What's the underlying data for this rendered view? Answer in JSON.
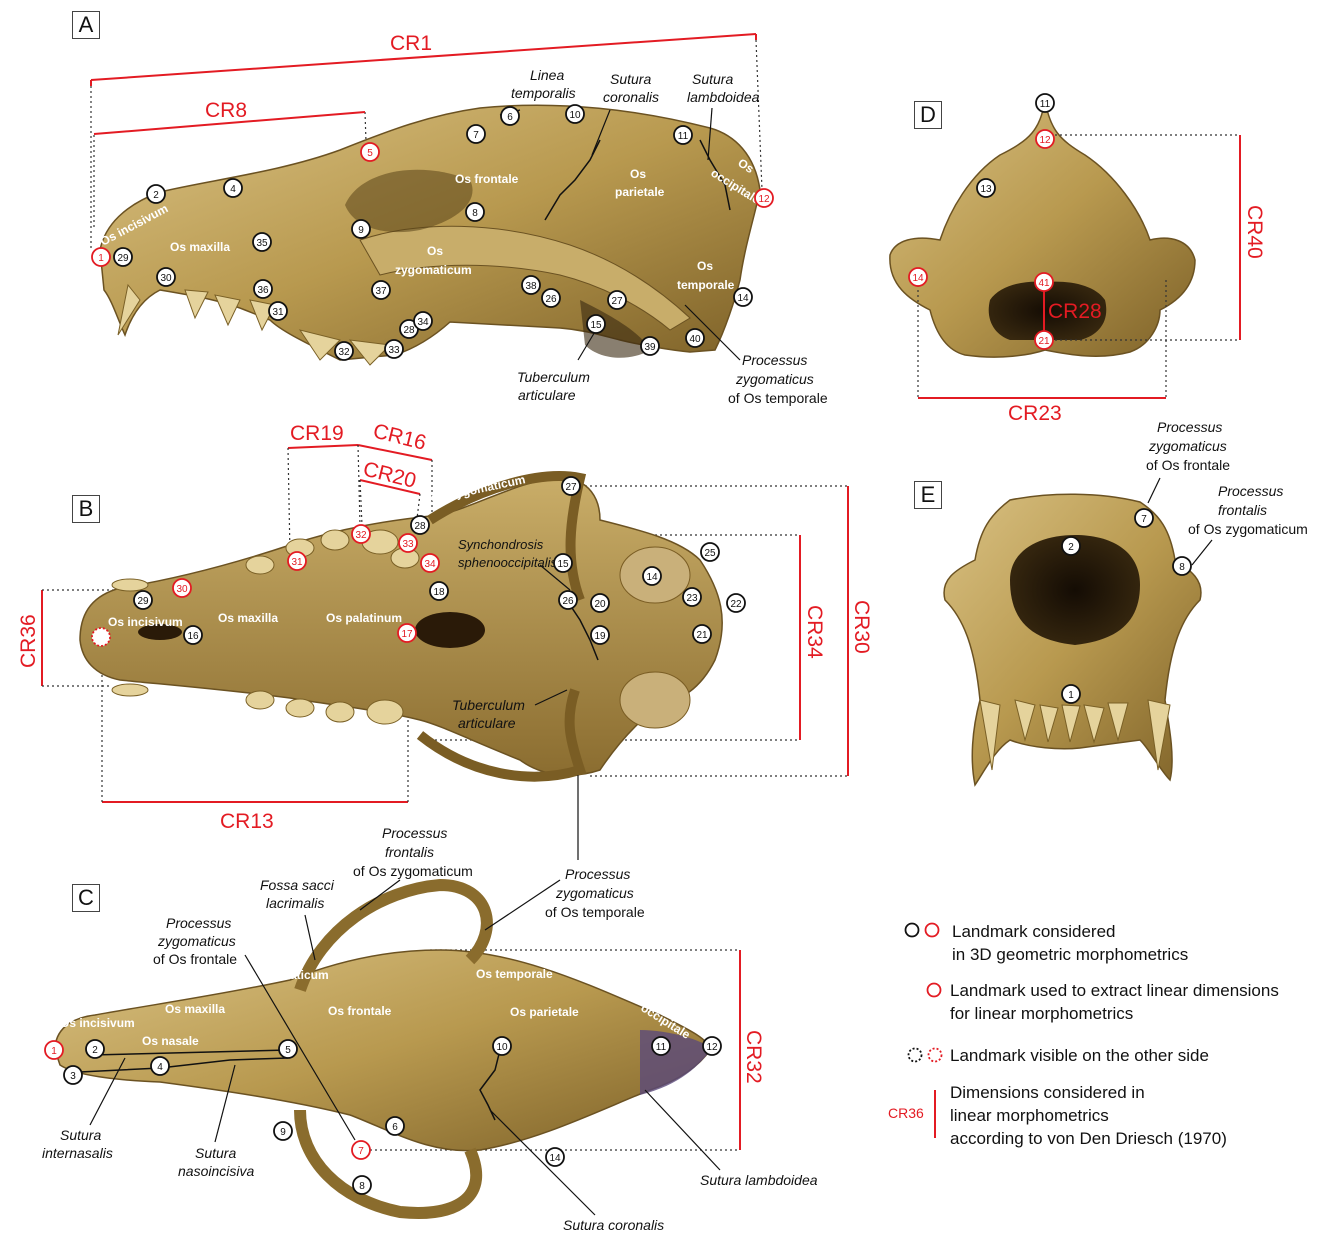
{
  "panels": [
    "A",
    "B",
    "C",
    "D",
    "E"
  ],
  "colors": {
    "bone_light": "#d7bf7d",
    "bone_mid": "#a88a47",
    "bone_dark": "#5b4620",
    "measure_red": "#e31b23",
    "landmark_black": "#111111",
    "landmark_red": "#e31b23"
  },
  "panel_a": {
    "dimensions": [
      "CR1",
      "CR8"
    ],
    "bone_labels": [
      "Os incisivum",
      "Os maxilla",
      "Os frontale",
      "Os zygomaticum",
      "Os parietale",
      "Os temporale",
      "Os occipitale"
    ],
    "annotations": {
      "linea_temporalis": [
        "Linea",
        "temporalis"
      ],
      "sutura_coronalis": [
        "Sutura",
        "coronalis"
      ],
      "sutura_lambdoidea": [
        "Sutura",
        "lambdoidea"
      ],
      "tuberculum_articulare": [
        "Tuberculum",
        "articulare"
      ],
      "processus_zygomaticus": [
        "Processus",
        "zygomaticus",
        "of Os temporale"
      ]
    },
    "landmarks_black": [
      "2",
      "4",
      "6",
      "7",
      "8",
      "9",
      "10",
      "11",
      "14",
      "15",
      "26",
      "27",
      "28",
      "29",
      "30",
      "31",
      "32",
      "33",
      "34",
      "35",
      "36",
      "37",
      "38",
      "39",
      "40"
    ],
    "landmarks_red": [
      "1",
      "5",
      "12"
    ]
  },
  "panel_b": {
    "dimensions": [
      "CR19",
      "CR16",
      "CR20",
      "CR36",
      "CR34",
      "CR30",
      "CR13"
    ],
    "bone_labels": [
      "Os zygomaticum",
      "Os incisivum",
      "Os maxilla",
      "Os palatinum"
    ],
    "annotations": {
      "synchondrosis": [
        "Synchondrosis",
        "sphenooccipitalis"
      ],
      "tuberculum_articulare": [
        "Tuberculum",
        "articulare"
      ]
    },
    "landmarks_black": [
      "14",
      "15",
      "16",
      "18",
      "19",
      "20",
      "21",
      "22",
      "23",
      "25",
      "26",
      "27",
      "28",
      "29"
    ],
    "landmarks_red": [
      "17",
      "30",
      "31",
      "32",
      "33",
      "34"
    ]
  },
  "panel_c": {
    "dimensions": [
      "CR32"
    ],
    "bone_labels": [
      "Os incisivum",
      "Os maxilla",
      "Os nasale",
      "Os zygomaticum",
      "Os frontale",
      "Os temporale",
      "Os parietale",
      "occipitale"
    ],
    "bone_label_prefix": "Os",
    "annotations": {
      "processus_frontalis": [
        "Processus",
        "frontalis",
        "of Os zygomaticum"
      ],
      "fossa_sacci": [
        "Fossa sacci",
        "lacrimalis"
      ],
      "processus_zyg_frontale": [
        "Processus",
        "zygomaticus",
        "of Os frontale"
      ],
      "processus_zyg_temporale": [
        "Processus",
        "zygomaticus",
        "of Os temporale"
      ],
      "sutura_internasalis": [
        "Sutura",
        "internasalis"
      ],
      "sutura_nasoincisiva": [
        "Sutura",
        "nasoincisiva"
      ],
      "sutura_coronalis": "Sutura coronalis",
      "sutura_lambdoidea": "Sutura lambdoidea"
    },
    "landmarks_black": [
      "2",
      "3",
      "4",
      "5",
      "6",
      "8",
      "9",
      "10",
      "11",
      "12",
      "14"
    ],
    "landmarks_red": [
      "1",
      "7"
    ]
  },
  "panel_d": {
    "dimensions": [
      "CR40",
      "CR28",
      "CR23"
    ],
    "landmarks_black": [
      "11",
      "13"
    ],
    "landmarks_red": [
      "12",
      "14",
      "41",
      "21"
    ]
  },
  "panel_e": {
    "annotations": {
      "processus_zyg_frontale": [
        "Processus",
        "zygomaticus",
        "of Os frontale"
      ],
      "processus_frontalis": [
        "Processus",
        "frontalis",
        "of Os zygomaticum"
      ]
    },
    "landmarks_black": [
      "1",
      "2",
      "7",
      "8"
    ]
  },
  "legend": {
    "item1": [
      "Landmark considered",
      "in 3D geometric morphometrics"
    ],
    "item2": [
      "Landmark used to extract linear dimensions",
      "for linear morphometrics"
    ],
    "item3": "Landmark visible on the other side",
    "item4_symbol": "CR36",
    "item4": [
      "Dimensions considered in",
      "linear morphometrics",
      "according to von Den Driesch (1970)"
    ]
  }
}
